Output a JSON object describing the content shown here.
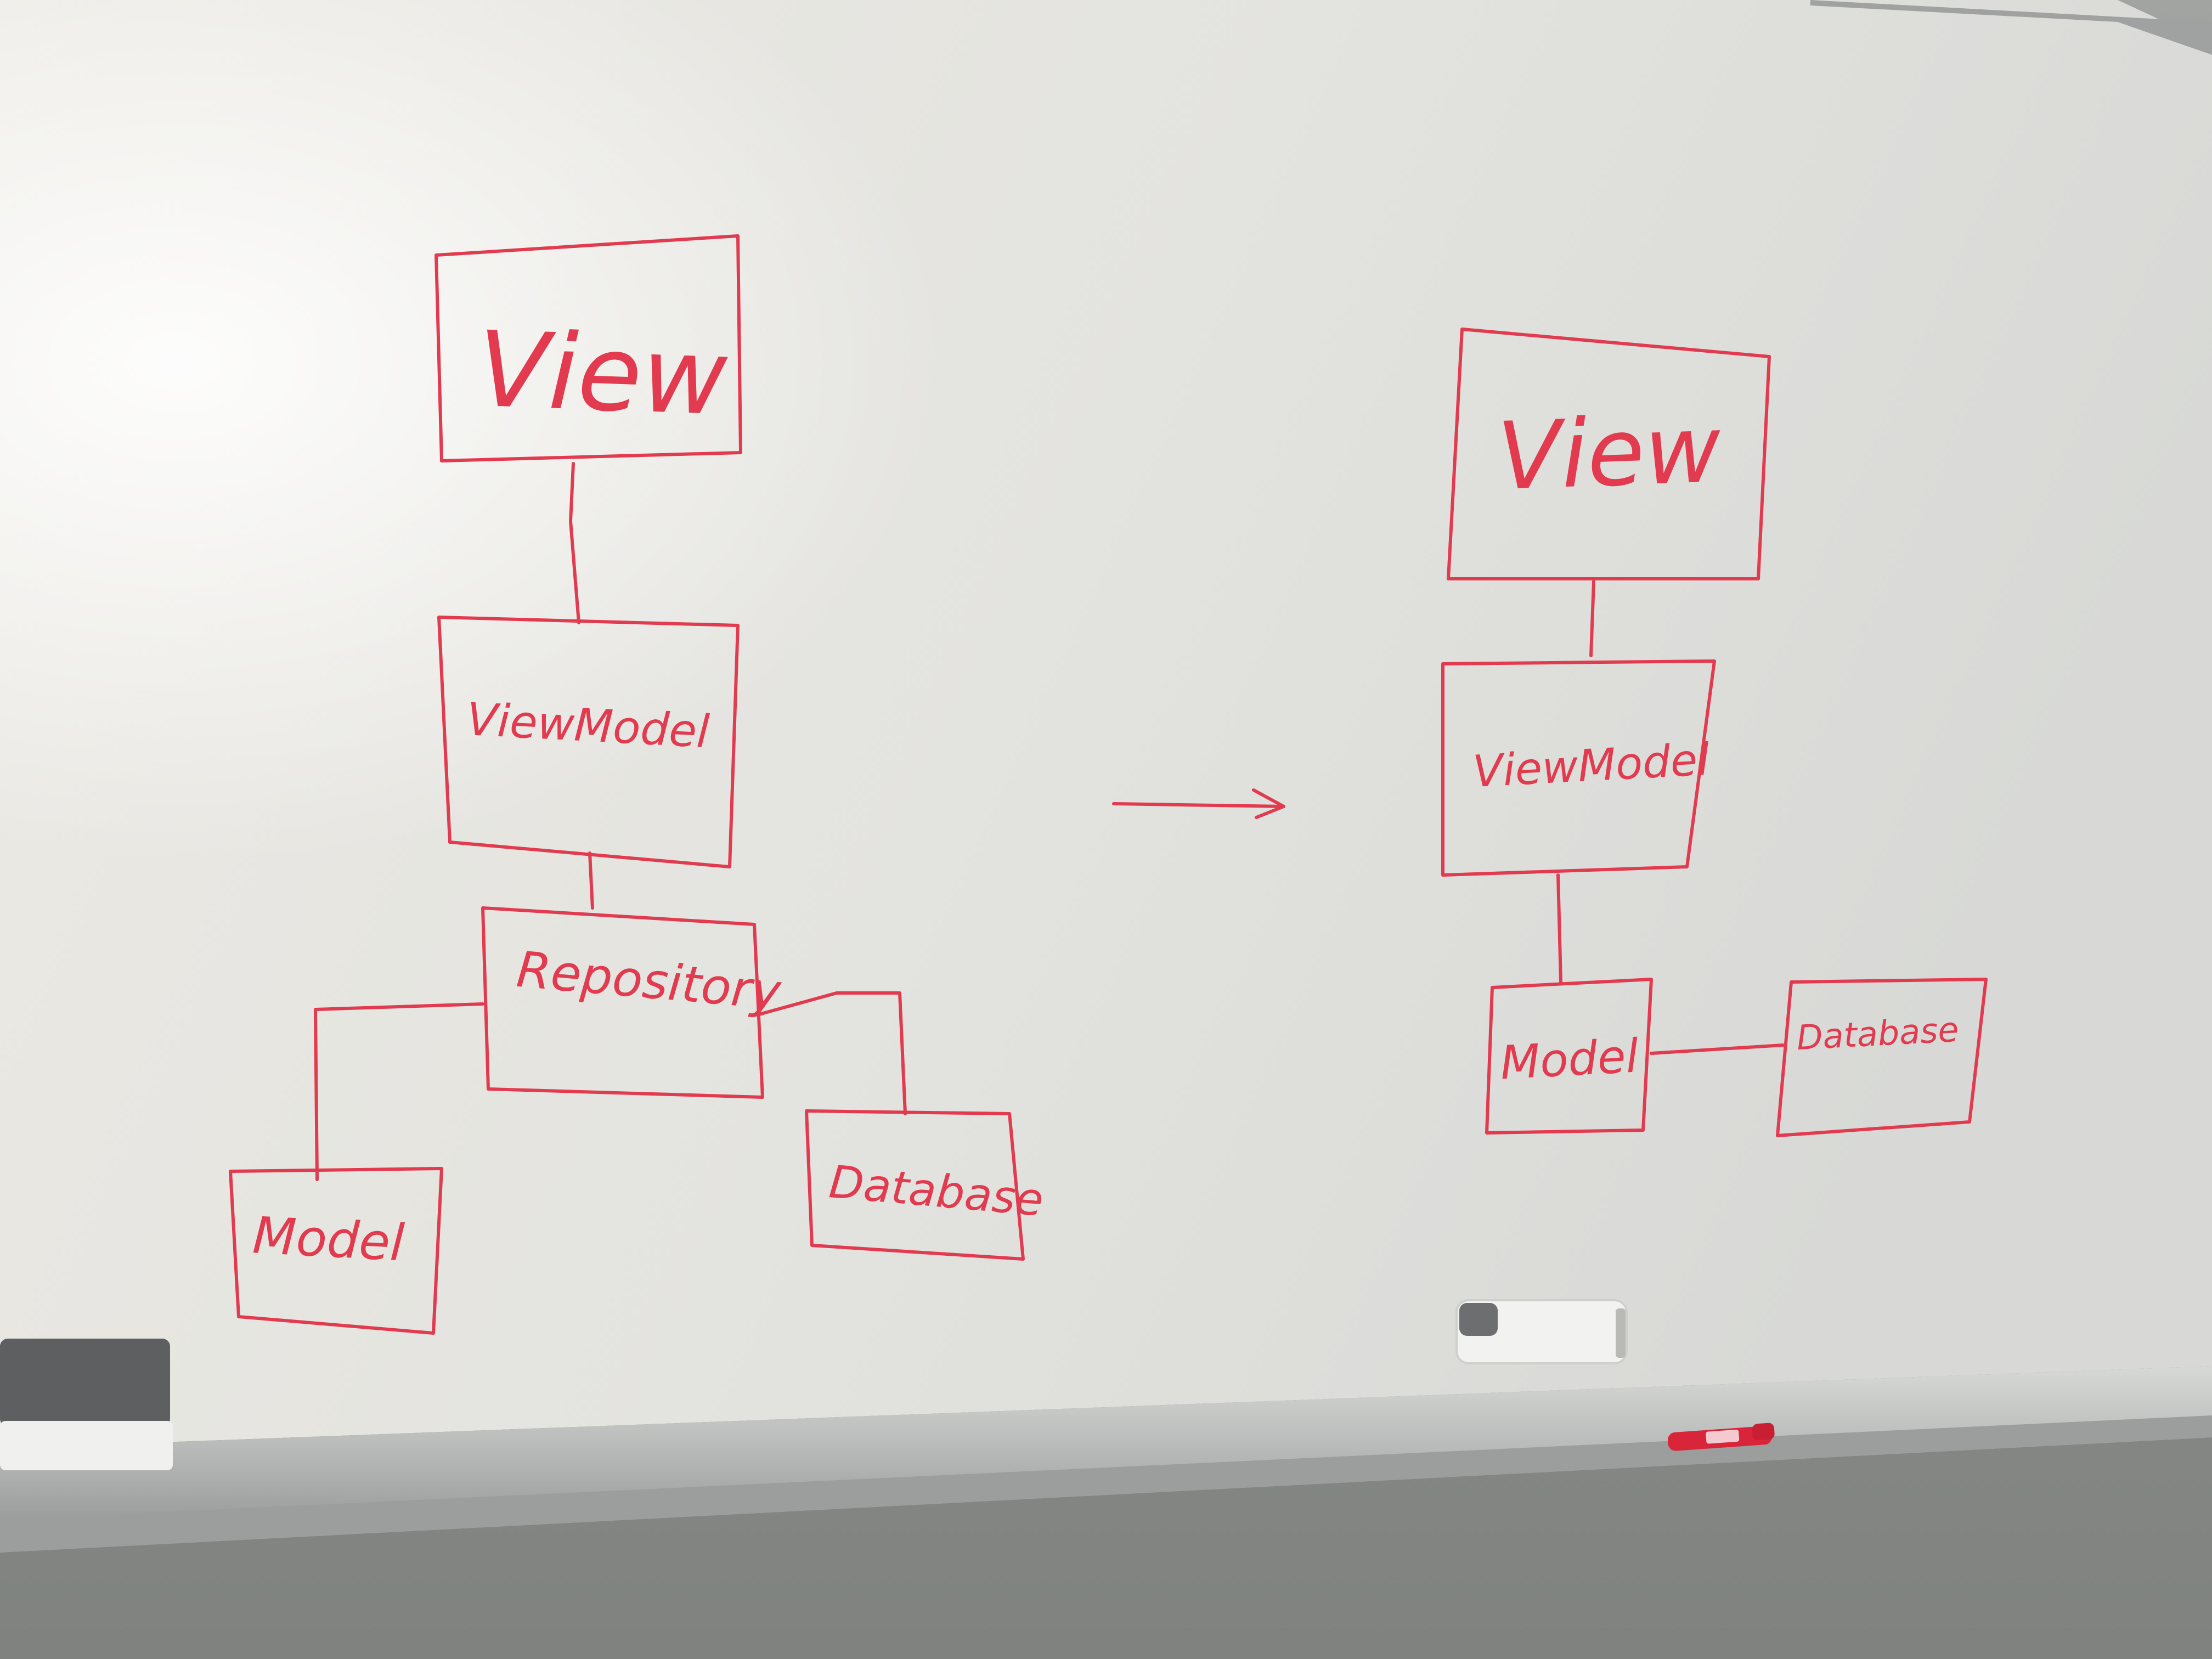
{
  "colors": {
    "ink": "#e23a4f",
    "board": "#e6e6e2",
    "wall": "#8c8f8c",
    "tray": "#b9bcba"
  },
  "left_diagram": {
    "view_label": "View",
    "viewmodel_label": "ViewModel",
    "repository_label": "Repository",
    "model_label": "Model",
    "database_label": "Database"
  },
  "right_diagram": {
    "view_label": "View",
    "viewmodel_label": "ViewModel",
    "model_label": "Model",
    "database_label": "Database"
  },
  "objects": {
    "left_eraser": "whiteboard eraser (grey/white)",
    "center_eraser": "whiteboard eraser (white)",
    "marker": "red marker"
  }
}
